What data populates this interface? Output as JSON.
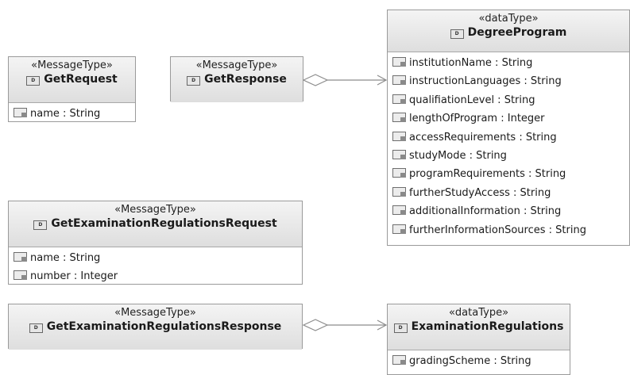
{
  "classes": {
    "get_request": {
      "stereotype": "«MessageType»",
      "name": "GetRequest",
      "attributes": [
        "name : String"
      ]
    },
    "get_response": {
      "stereotype": "«MessageType»",
      "name": "GetResponse",
      "attributes": []
    },
    "degree_program": {
      "stereotype": "«dataType»",
      "name": "DegreeProgram",
      "attributes": [
        "institutionName : String",
        "instructionLanguages : String",
        "qualifiationLevel : String",
        "lengthOfProgram : Integer",
        "accessRequirements : String",
        "studyMode : String",
        "programRequirements : String",
        "furtherStudyAccess : String",
        "additionalInformation : String",
        "furtherInformationSources : String"
      ]
    },
    "get_exam_req": {
      "stereotype": "«MessageType»",
      "name": "GetExaminationRegulationsRequest",
      "attributes": [
        "name : String",
        "number : Integer"
      ]
    },
    "get_exam_resp": {
      "stereotype": "«MessageType»",
      "name": "GetExaminationRegulationsResponse",
      "attributes": []
    },
    "exam_regs": {
      "stereotype": "«dataType»",
      "name": "ExaminationRegulations",
      "attributes": [
        "gradingScheme : String"
      ]
    }
  },
  "icons": {
    "class_icon": "datatype-class-icon",
    "attribute_icon": "attribute-icon"
  },
  "colors": {
    "border": "#9a9a9a",
    "header_top": "#f4f4f4",
    "header_bottom": "#dedede",
    "connector": "#8c8c8c"
  }
}
